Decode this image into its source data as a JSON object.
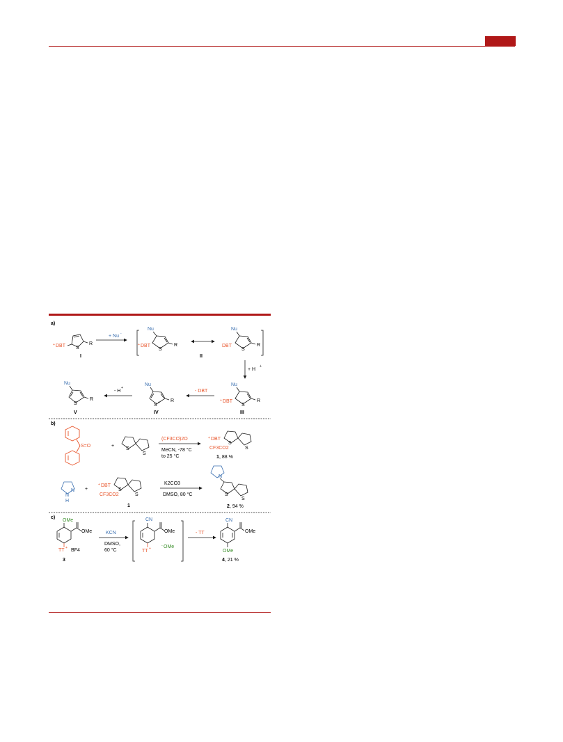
{
  "panels": {
    "a": {
      "label": "a)",
      "arrow1": "+ Nu",
      "arrow1_sup": "-",
      "arrow_down": "+ H",
      "arrow_down_sup": "+",
      "arrow_left1": "- DBT",
      "arrow_left2": "- H",
      "arrow_left2_sup": "+",
      "dbt_plus": "DBT",
      "dbt": "DBT",
      "nu": "Nu",
      "r": "R",
      "s": "S",
      "s_plus": "S",
      "compounds": [
        "I",
        "II",
        "III",
        "IV",
        "V"
      ]
    },
    "b": {
      "label": "b)",
      "plus": "+",
      "so": "S=O",
      "reagent": "(CF3CO)2O",
      "cond1_line1": "MeCN, -78 °C",
      "cond1_line2": "to 25 °C",
      "counterion": "CF3CO2",
      "product1_num": "1",
      "product1_yield": ", 88 %",
      "base": "K2CO3",
      "cond2": "DMSO, 80 °C",
      "n": "N",
      "nh": "N",
      "h": "H",
      "compound_1": "1",
      "product2_num": "2",
      "product2_yield": ", 94 %"
    },
    "c": {
      "label": "c)",
      "ome": "OMe",
      "ome_minus": "OMe",
      "cn": "CN",
      "tt": "TT",
      "bf4": "BF4",
      "reagent": "KCN",
      "cond_line1": "DMSO,",
      "cond_line2": "60 °C",
      "loss": "- TT",
      "compound_3": "3",
      "product_num": "4",
      "product_yield": ", 21 %"
    }
  },
  "colors": {
    "accent_red": "#b01818",
    "orange": "#e8542a",
    "blue": "#3a6fb0",
    "green": "#3a8f2a",
    "ink": "#1a1a1a"
  }
}
